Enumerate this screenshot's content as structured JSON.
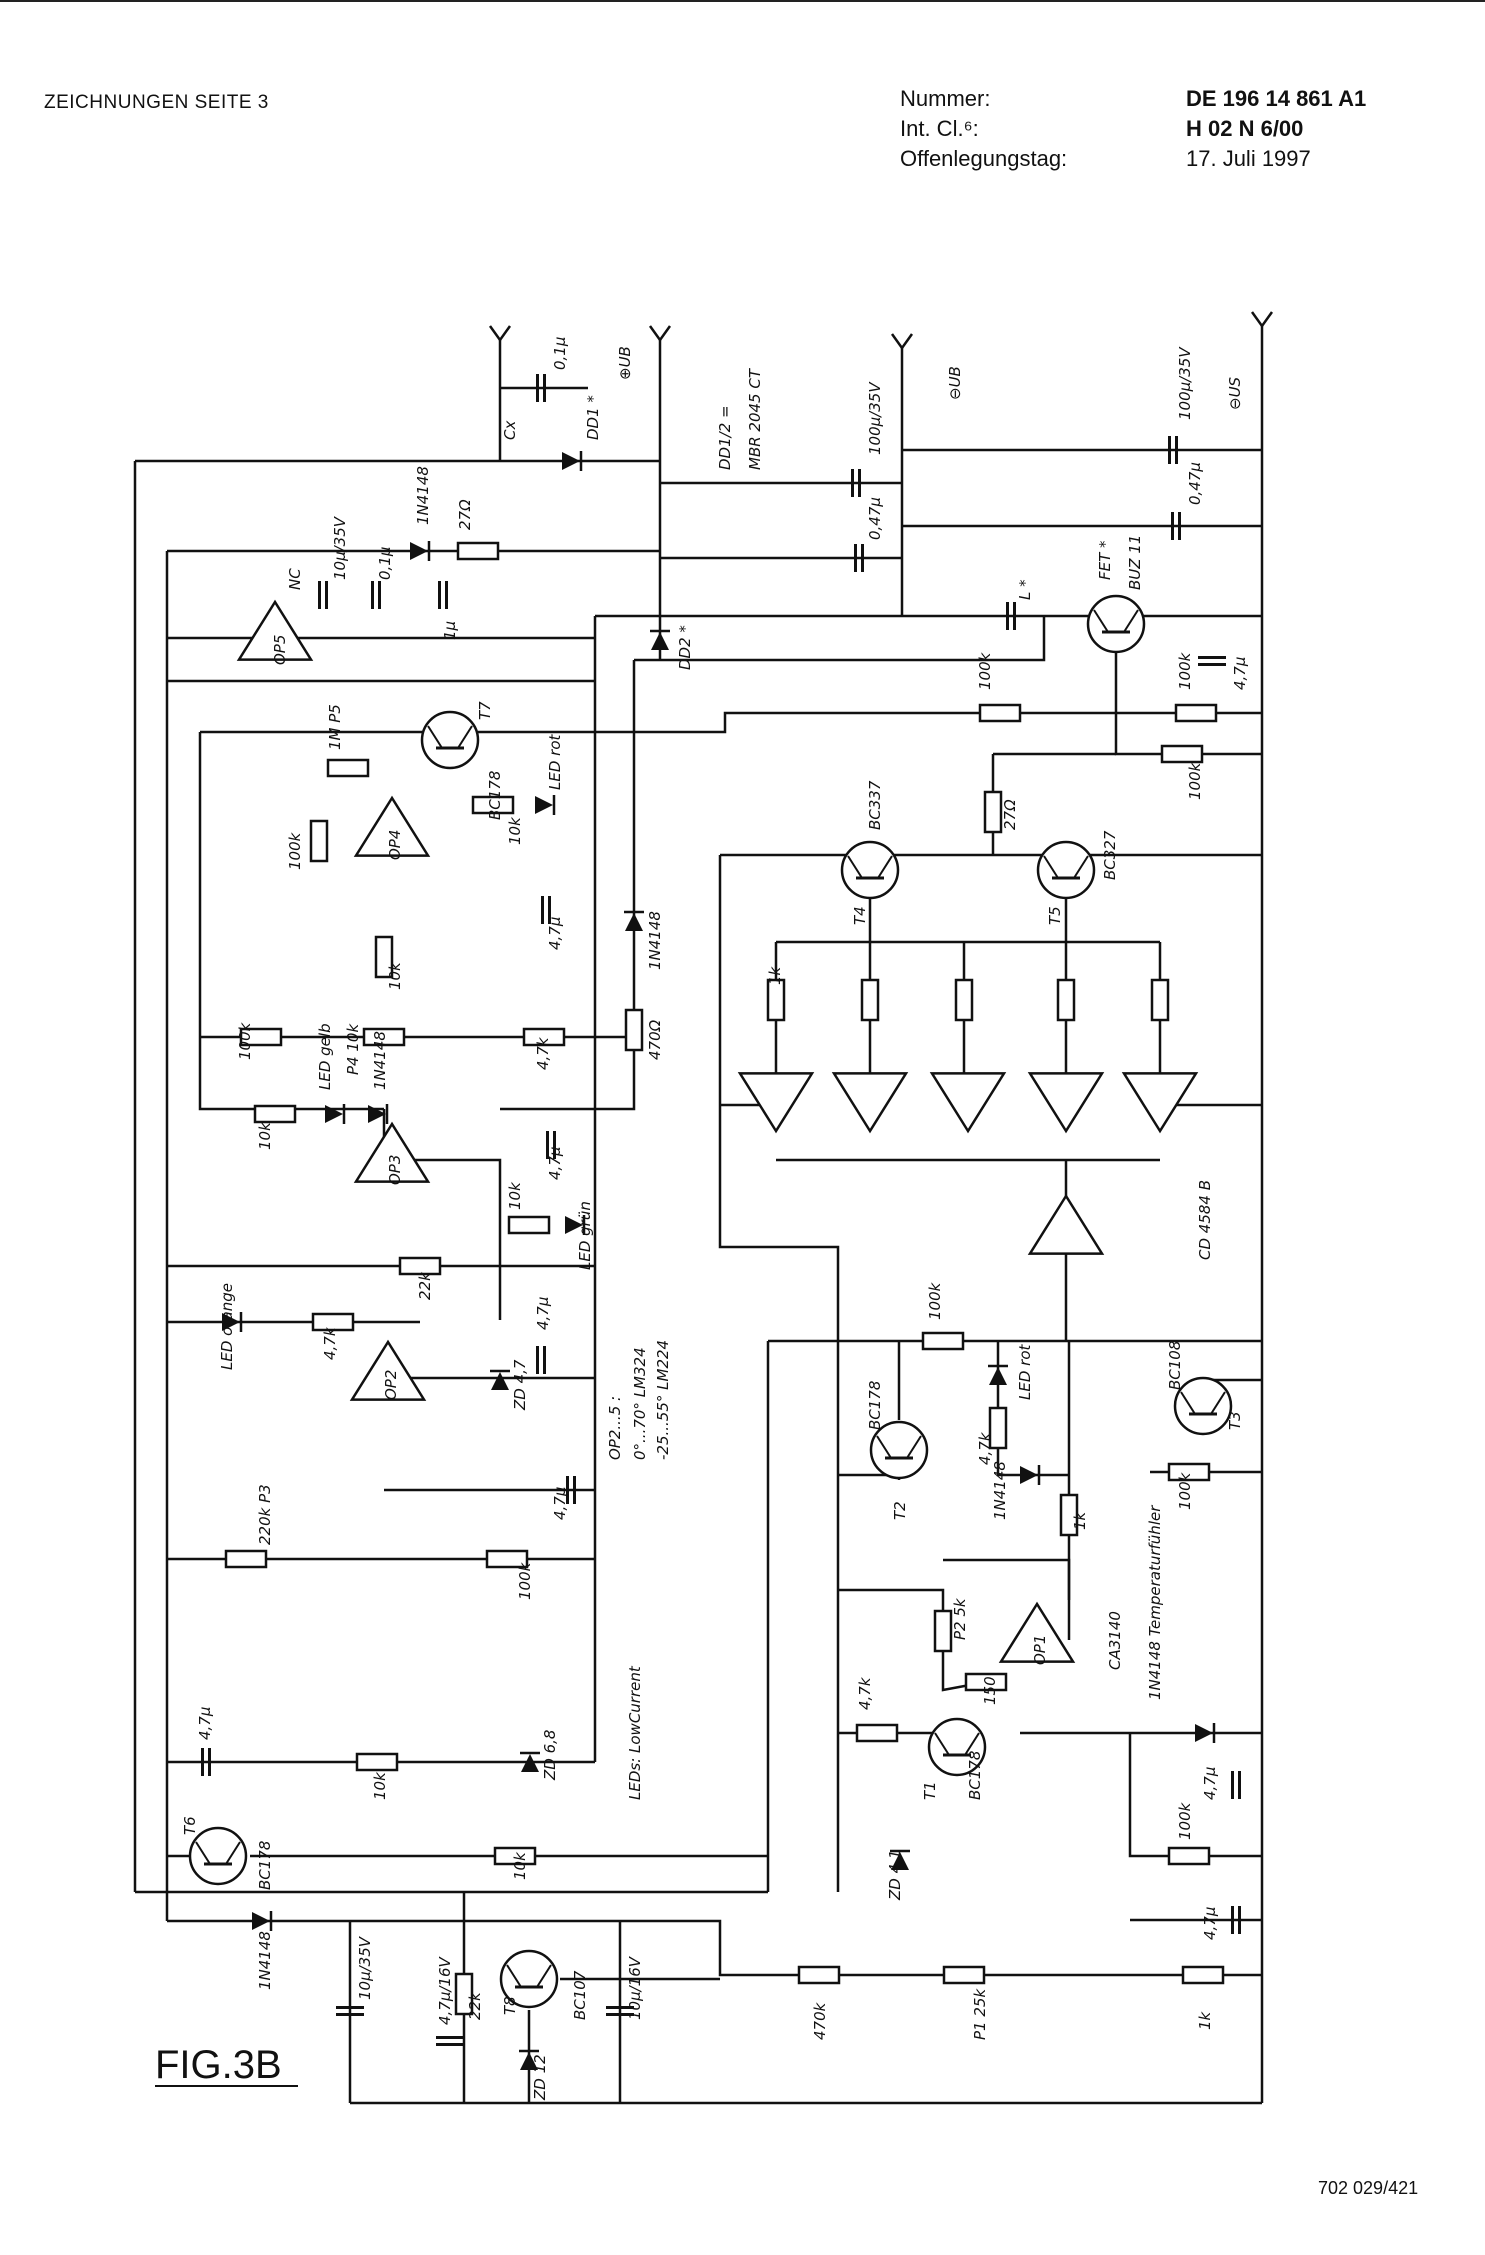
{
  "header": {
    "left_title": "ZEICHNUNGEN SEITE 3",
    "fields": [
      {
        "label": "Nummer:",
        "value": "DE 196 14 861 A1"
      },
      {
        "label": "Int. Cl.⁶:",
        "value": "H 02 N   6/00"
      },
      {
        "label": "Offenlegungstag:",
        "value": "17. Juli 1997"
      }
    ]
  },
  "figure_label": "FIG.3B",
  "footer_code": "702 029/421",
  "schematic": {
    "labels": {
      "cx": "Cx",
      "c01a": "0,1µ",
      "ub_plus": "⊕UB",
      "dd1": "DD1 *",
      "dd_note1": "DD1/2 =",
      "dd_note2": "MBR 2045 CT",
      "c100a": "100µ/35V",
      "c047a": "0,47µ",
      "ub_minus": "⊖UB",
      "c100b": "100µ/35V",
      "us_minus": "⊖US",
      "c047b": "0,47µ",
      "l": "L *",
      "fet": "FET *",
      "buz": "BUZ 11",
      "c47a": "4,7µ",
      "r100k_1": "100k",
      "r100k_2": "100k",
      "r100k_3": "100k",
      "r27a": "27Ω",
      "r27b": "27Ω",
      "d1n4148a": "1N4148",
      "c10u35": "10µ/35V",
      "c01b": "0,1µ",
      "c1u": "1µ",
      "nc": "NC",
      "op5": "OP5",
      "dd2": "DD2 *",
      "t7": "T7",
      "bc178a": "BC178",
      "led_rot1": "LED rot",
      "r10k_a": "10k",
      "p5": "1M P5",
      "r100k_4": "100k",
      "op4": "OP4",
      "c47b": "4,7µ",
      "d1n4148b": "1N4148",
      "r470": "470Ω",
      "r10k_b": "10k",
      "r100k_5": "100k",
      "p4": "P4 10k",
      "r47k_a": "4,7k",
      "led_gelb": "LED gelb",
      "d1n4148c": "1N4148",
      "r10k_c": "10k",
      "op3": "OP3",
      "c47c": "4,7µ",
      "r10k_d": "10k",
      "led_gruen": "LED grün",
      "r22k_a": "22k",
      "c47d": "4,7µ",
      "led_orange": "LED orange",
      "r47k_b": "4,7k",
      "op2": "OP2",
      "zd47": "ZD 4,7",
      "op_note1": "OP2...5 :",
      "op_note2": "0°...70° LM324",
      "op_note3": "-25...55° LM224",
      "c47e": "4,7µ",
      "p3": "220k P3",
      "r100k_6": "100k",
      "leds_note": "LEDs: LowCurrent",
      "r10k_e": "10k",
      "zd68": "ZD 6,8",
      "c47f": "4,7µ",
      "t6": "T6",
      "bc178b": "BC178",
      "r10k_f": "10k",
      "d1n4148d": "1N4148",
      "c10u35b": "10µ/35V",
      "c47u16": "4,7µ/16V",
      "r22k_b": "22k",
      "t8": "T8",
      "bc107": "BC107",
      "zd12": "ZD 12",
      "c10u16": "10µ/16V",
      "t4": "T4",
      "bc337": "BC337",
      "t5": "T5",
      "bc327": "BC327",
      "r1k": "1k",
      "cd4584": "CD 4584 B",
      "r100k_7": "100k",
      "led_rot2": "LED rot",
      "r47k_c": "4,7k",
      "t2": "T2",
      "bc178c": "BC178",
      "d1n4148e": "1N4148",
      "r1k_b": "1k",
      "t3": "T3",
      "bc108": "BC108",
      "r100k_8": "100k",
      "op1": "OP1",
      "ca3140": "CA3140",
      "p2": "P2 5k",
      "r150": "150",
      "r47k_d": "4,7k",
      "t1": "T1",
      "bc178d": "BC178",
      "zd41": "ZD 4,1",
      "d1n4148f": "1N4148 Temperaturfühler",
      "c47g": "4,7µ",
      "r100k_9": "100k",
      "c47h": "4,7µ",
      "r470k": "470k",
      "p1": "P1 25k",
      "r1k_c": "1k"
    }
  }
}
